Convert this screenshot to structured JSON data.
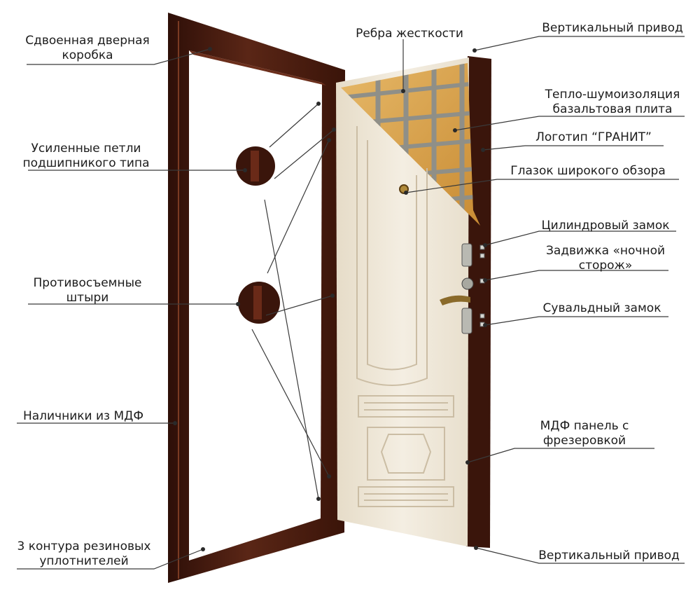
{
  "colors": {
    "frame": "#4a1e12",
    "frame_dark": "#2e0f08",
    "door_panel": "#efe8da",
    "door_groove": "#d9cdb8",
    "insulation": "#d9a24c",
    "rib": "#9b9b94",
    "leader": "#3a3a3a",
    "dot": "#2a2a2a"
  },
  "labels_left": [
    {
      "id": "double-frame",
      "lines": [
        "Сдвоенная дверная",
        "коробка"
      ]
    },
    {
      "id": "hinges",
      "lines": [
        "Усиленные петли",
        "подшипникого типа"
      ]
    },
    {
      "id": "anti-removal-pins",
      "lines": [
        "Противосъемные",
        "штыри"
      ]
    },
    {
      "id": "mdf-trims",
      "lines": [
        "Наличники из МДФ"
      ]
    },
    {
      "id": "rubber-seals",
      "lines": [
        "3 контура резиновых",
        "уплотнителей"
      ]
    }
  ],
  "labels_right": [
    {
      "id": "stiffening-ribs",
      "lines": [
        "Ребра жесткости"
      ]
    },
    {
      "id": "vertical-drive-top",
      "lines": [
        "Вертикальный привод"
      ]
    },
    {
      "id": "insulation",
      "lines": [
        "Тепло-шумоизоляция",
        "базальтовая плита"
      ]
    },
    {
      "id": "logo",
      "lines": [
        "Логотип “ГРАНИТ”"
      ]
    },
    {
      "id": "peephole",
      "lines": [
        "Глазок широкого обзора"
      ]
    },
    {
      "id": "cylinder-lock",
      "lines": [
        "Цилиндровый замок"
      ]
    },
    {
      "id": "night-latch",
      "lines": [
        "Задвижка «ночной",
        "сторож»"
      ]
    },
    {
      "id": "lever-lock",
      "lines": [
        "Сувальдный замок"
      ]
    },
    {
      "id": "mdf-panel",
      "lines": [
        "МДФ панель с",
        "фрезеровкой"
      ]
    },
    {
      "id": "vertical-drive-bottom",
      "lines": [
        "Вертикальный привод"
      ]
    }
  ]
}
